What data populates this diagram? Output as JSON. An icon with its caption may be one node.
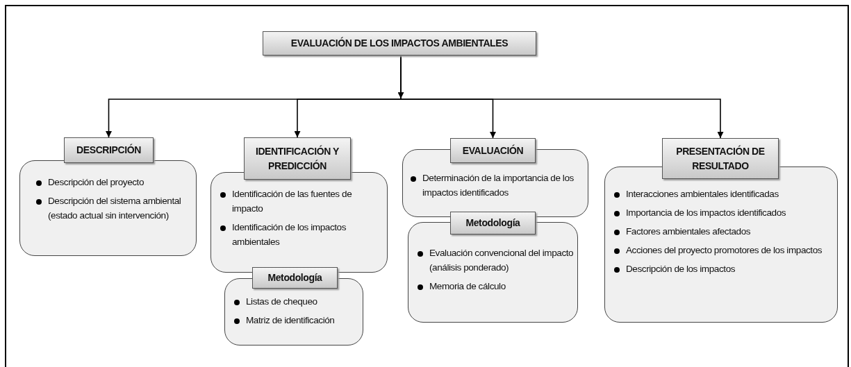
{
  "diagram": {
    "nodes": [
      {
        "text": [
          "EVALUACIÓN DE LOS IMPACTOS AMBIENTALES"
        ]
      },
      {
        "text": [
          "DESCRIPCIÓN"
        ]
      },
      {
        "text": [
          "Descripción del  proyecto",
          "Descripción del sistema ambiental (estado actual sin intervención)"
        ]
      },
      {
        "text": [
          "IDENTIFICACIÓN Y PREDICCIÓN"
        ]
      },
      {
        "text": [
          "Identificación de las fuentes de impacto",
          "Identificación de los impactos ambientales"
        ]
      },
      {
        "text": [
          "Metodología"
        ]
      },
      {
        "text": [
          "Listas de chequeo",
          "Matriz de identificación"
        ]
      },
      {
        "text": [
          "EVALUACIÓN"
        ]
      },
      {
        "text": [
          "Determinación de la importancia de los impactos identificados"
        ]
      },
      {
        "text": [
          "Metodología"
        ]
      },
      {
        "text": [
          "Evaluación convencional del impacto (análisis ponderado)",
          "Memoria de cálculo"
        ]
      },
      {
        "text": [
          "PRESENTACIÓN DE RESULTADO"
        ]
      },
      {
        "text": [
          "Interacciones ambientales identificadas",
          "Importancia de los impactos identificados",
          "Factores ambientales afectados",
          "Acciones del proyecto promotores de los impactos",
          "Descripción de los impactos"
        ]
      }
    ],
    "edges": [
      {
        "from": 0,
        "to": 1,
        "arrow": "to"
      },
      {
        "from": 0,
        "to": 3,
        "arrow": "to"
      },
      {
        "from": 0,
        "to": 7,
        "arrow": "to"
      },
      {
        "from": 0,
        "to": 11,
        "arrow": "to"
      }
    ]
  }
}
